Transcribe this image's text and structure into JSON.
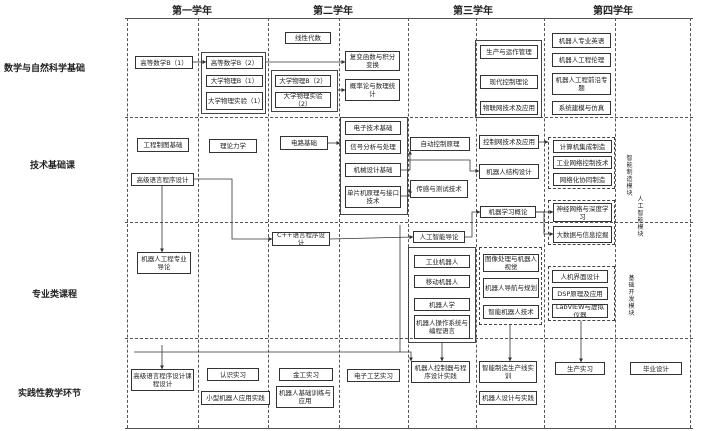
{
  "years": [
    "第一学年",
    "第二学年",
    "第三学年",
    "第四学年"
  ],
  "categories": [
    "数学与自然科学基础",
    "技术基础课",
    "专业类课程",
    "实践性教学环节"
  ],
  "courses": {
    "gaoshu1": "高等数学B（1）",
    "gaoshu2": "高等数学B（2）",
    "dawuli1": "大学物理B（1）",
    "dawuli2": "大学物理B（2）",
    "wulishiyan1": "大学物理实验（1）",
    "wulishiyan2": "大学物理实验（2）",
    "xianxingdaishu": "线性代数",
    "fubian": "复变函数与积分变换",
    "gailv": "概率论与数理统计",
    "shengchan": "生产与运作管理",
    "xiandaikongzhi": "现代控制理论",
    "wulianwang": "物联网技术及应用",
    "zhuanye_yingyu": "机器人专业英语",
    "gongcheng_lunli": "机器人工程伦理",
    "qianyan": "机器人工程前沿专题",
    "xitong_jianmo": "系统建模与仿真",
    "gongcheng_zhitu": "工程制图基础",
    "lilun_lixue": "理论力学",
    "dianlu": "电路基础",
    "dianzi_jishu": "电子技术基础",
    "xinhao": "信号分析与处理",
    "jixie_sheji": "机械设计基础",
    "danpianji": "单片机原理与接口技术",
    "zidong_kongzhi": "自动控制原理",
    "kongzhi_jishu": "控制网技术及应用",
    "jiegou_sheji": "机器人结构设计",
    "gaoji_yuyan": "高级语言程序设计",
    "chuanganqi": "传感与测试技术",
    "jisuanji_shijue": "计算机集成制造",
    "gongye_wangluo": "工业网络控制技术",
    "wangluo_anquan": "网络化协同制造",
    "jiqi_xuexi": "机器学习概论",
    "shenjing_wangluo": "神经网络与深度学习",
    "dashuju": "大数据与信息挖掘",
    "jiqiren_daolun": "机器人工程专业导论",
    "cpp": "C++语言程序设计",
    "rengong_zhineng": "人工智能导论",
    "gongye_jiqiren": "工业机器人",
    "yidong_jiqiren": "移动机器人",
    "jiqiren_xue": "机器人学",
    "caozuo_xitong": "机器人操作系统与编程语言",
    "tuxiang": "图像处理与机器人视觉",
    "daohang": "机器人导航与规划",
    "zhineng_jiqiren": "智能机器人技术",
    "renji_jiaohu": "人机界面设计",
    "dsp": "DSP原理及应用",
    "labview": "LabVIEW与虚拟仪器",
    "gaoji_kecheng_sheji": "高级语言程序设计课程设计",
    "renshi_shixi": "认识实习",
    "xiaoxing_jiqiren": "小型机器人应用实践",
    "jingong": "金工实习",
    "jichu_shixun": "机器人基础训练与应用",
    "dianzi_gongyi": "电子工艺实习",
    "zhizuo_shijian": "机器人控制器与程序设计实践",
    "zhizao_shixun": "智能制造生产线实训",
    "sheji_shijian": "机器人设计与实践",
    "shengchan_shixi": "生产实习",
    "biye_sheji": "毕业设计"
  },
  "modules": {
    "zhineng_zhizao": "智能制造模块",
    "rengong_zhineng": "人工智能模块",
    "jichu_kaifa": "基础开发模块"
  }
}
